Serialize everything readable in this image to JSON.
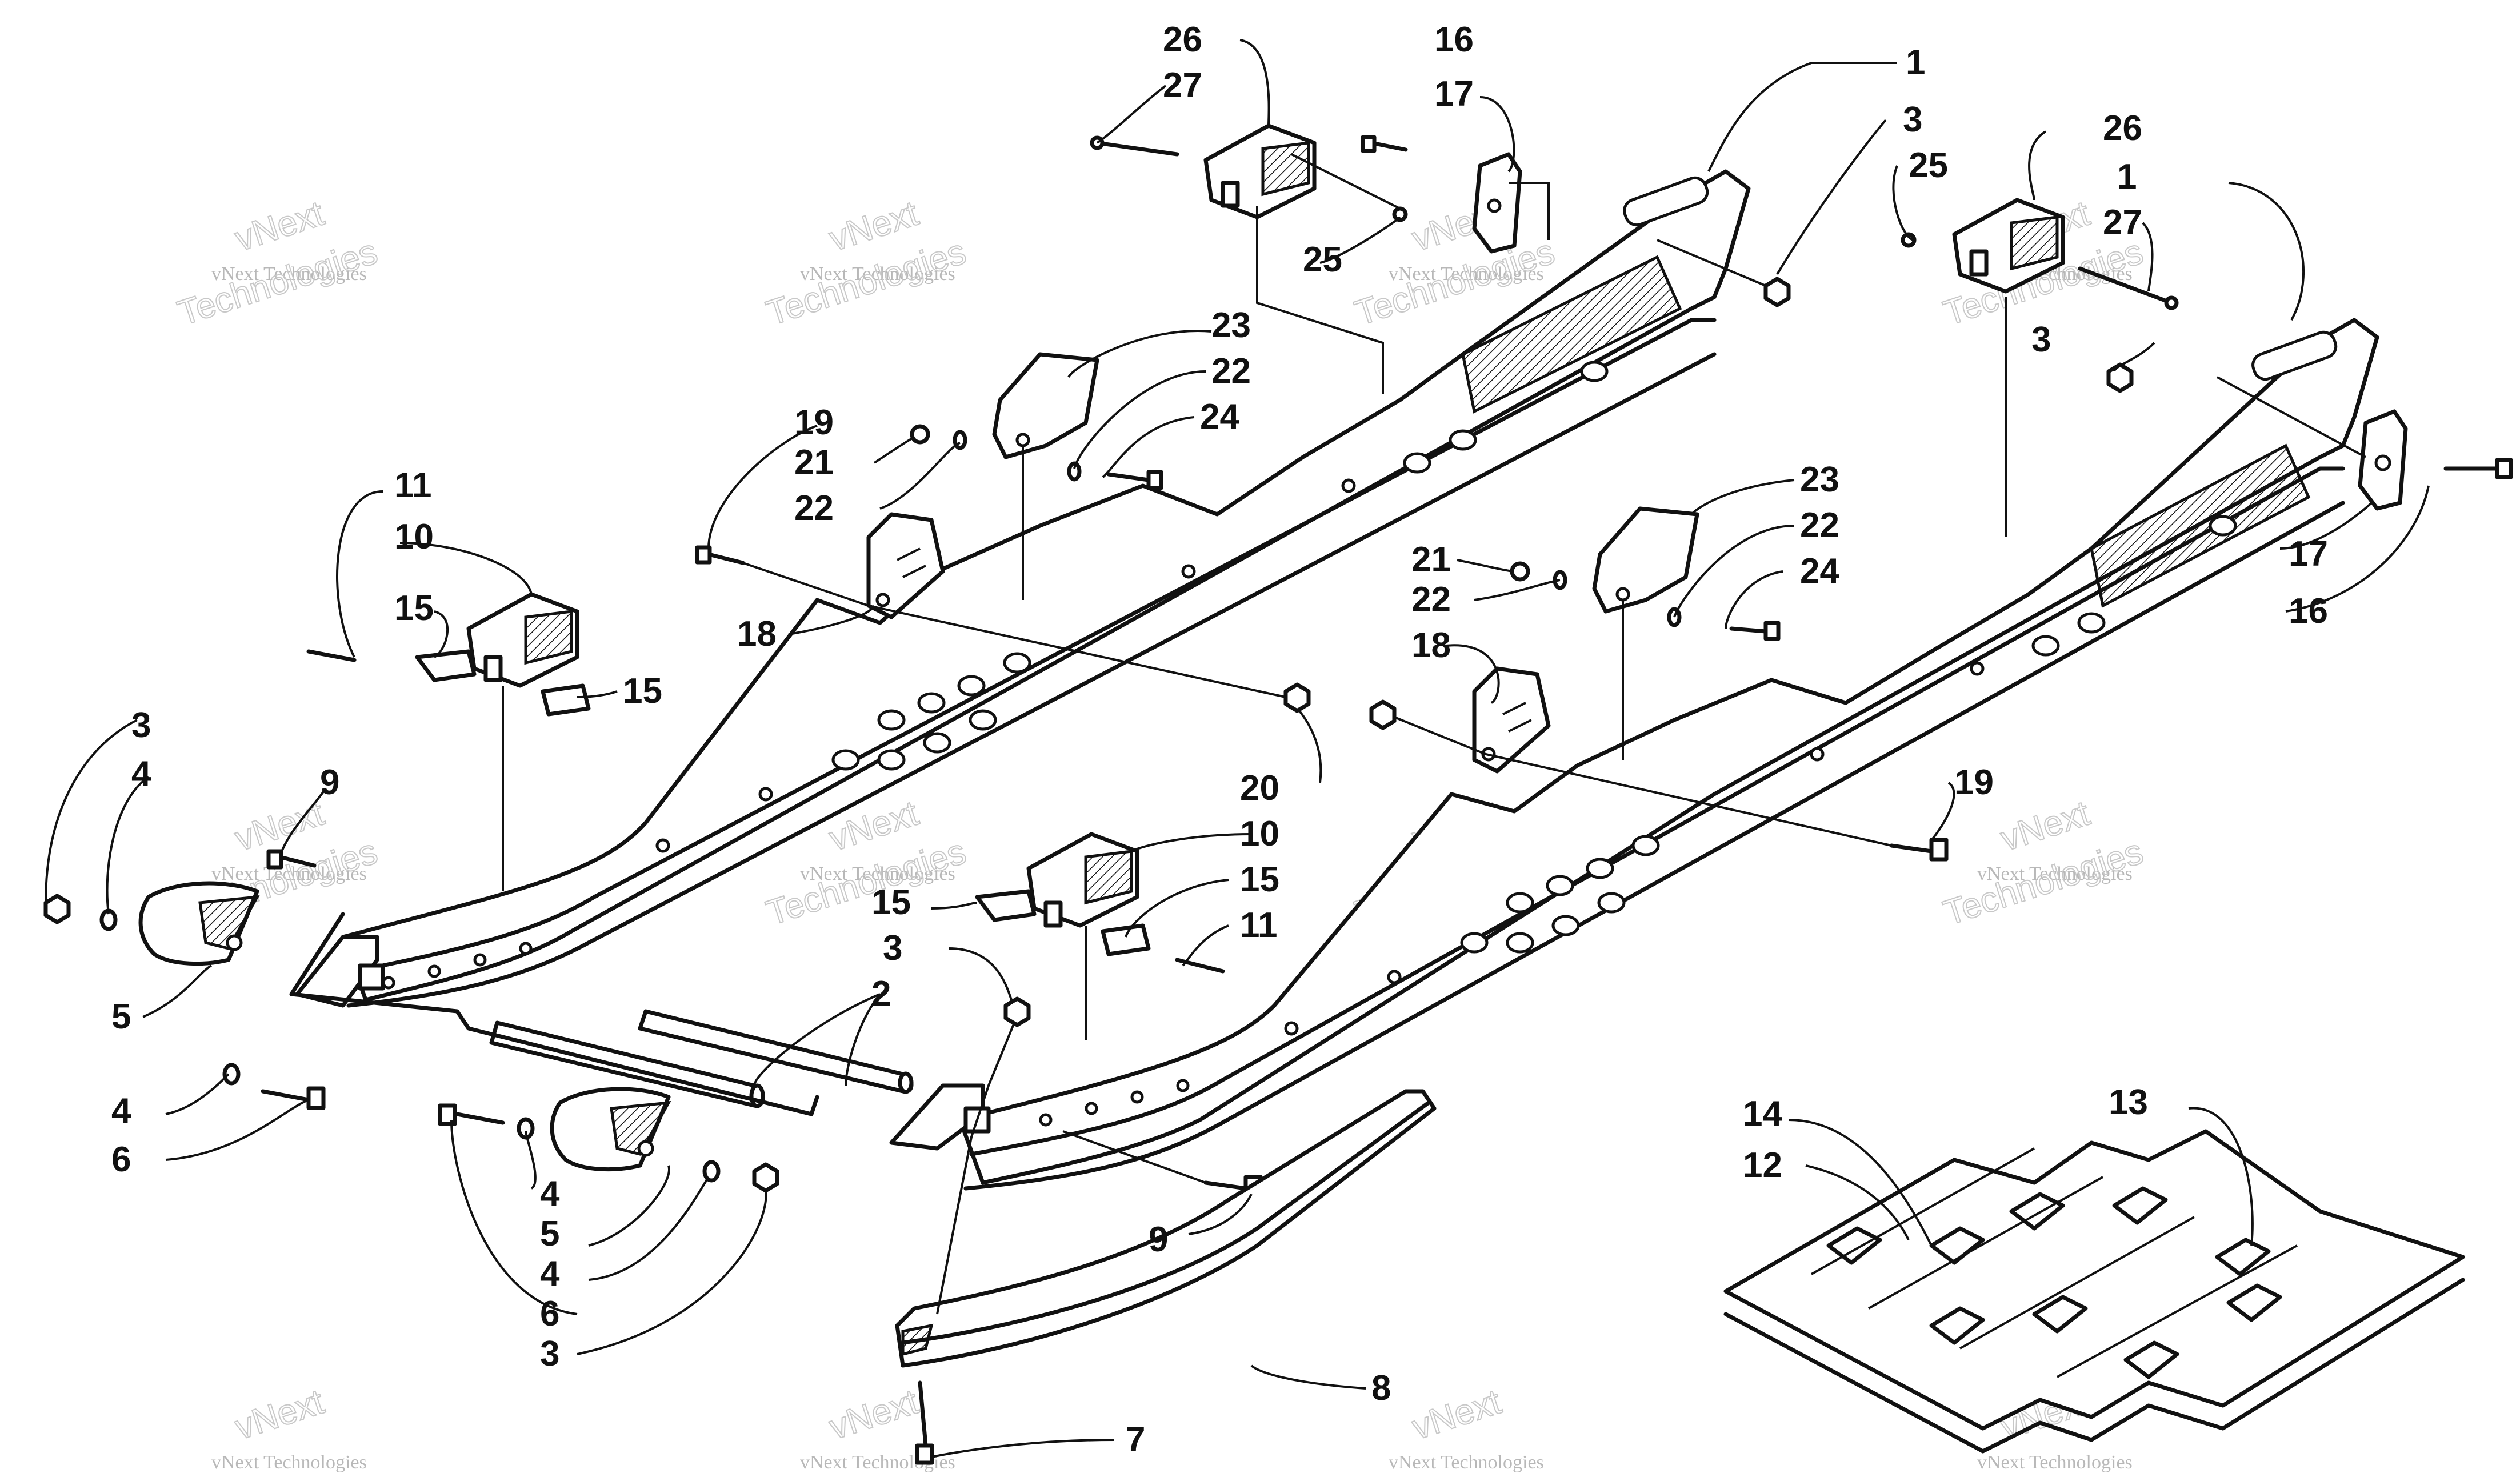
{
  "diagram": {
    "type": "exploded parts diagram",
    "callouts": [
      {
        "id": "c1a",
        "label": "1"
      },
      {
        "id": "c1b",
        "label": "1"
      },
      {
        "id": "c2",
        "label": "2"
      },
      {
        "id": "c3a",
        "label": "3"
      },
      {
        "id": "c3b",
        "label": "3"
      },
      {
        "id": "c3c",
        "label": "3"
      },
      {
        "id": "c3d",
        "label": "3"
      },
      {
        "id": "c3e",
        "label": "3"
      },
      {
        "id": "c4a",
        "label": "4"
      },
      {
        "id": "c4b",
        "label": "4"
      },
      {
        "id": "c4c",
        "label": "4"
      },
      {
        "id": "c4d",
        "label": "4"
      },
      {
        "id": "c5a",
        "label": "5"
      },
      {
        "id": "c5b",
        "label": "5"
      },
      {
        "id": "c6a",
        "label": "6"
      },
      {
        "id": "c6b",
        "label": "6"
      },
      {
        "id": "c7",
        "label": "7"
      },
      {
        "id": "c8",
        "label": "8"
      },
      {
        "id": "c9a",
        "label": "9"
      },
      {
        "id": "c9b",
        "label": "9"
      },
      {
        "id": "c10a",
        "label": "10"
      },
      {
        "id": "c10b",
        "label": "10"
      },
      {
        "id": "c11a",
        "label": "11"
      },
      {
        "id": "c11b",
        "label": "11"
      },
      {
        "id": "c12",
        "label": "12"
      },
      {
        "id": "c13",
        "label": "13"
      },
      {
        "id": "c14",
        "label": "14"
      },
      {
        "id": "c15a",
        "label": "15"
      },
      {
        "id": "c15b",
        "label": "15"
      },
      {
        "id": "c15c",
        "label": "15"
      },
      {
        "id": "c15d",
        "label": "15"
      },
      {
        "id": "c16a",
        "label": "16"
      },
      {
        "id": "c16b",
        "label": "16"
      },
      {
        "id": "c17a",
        "label": "17"
      },
      {
        "id": "c17b",
        "label": "17"
      },
      {
        "id": "c18a",
        "label": "18"
      },
      {
        "id": "c18b",
        "label": "18"
      },
      {
        "id": "c19a",
        "label": "19"
      },
      {
        "id": "c19b",
        "label": "19"
      },
      {
        "id": "c20",
        "label": "20"
      },
      {
        "id": "c21a",
        "label": "21"
      },
      {
        "id": "c21b",
        "label": "21"
      },
      {
        "id": "c22a",
        "label": "22"
      },
      {
        "id": "c22b",
        "label": "22"
      },
      {
        "id": "c22c",
        "label": "22"
      },
      {
        "id": "c22d",
        "label": "22"
      },
      {
        "id": "c23a",
        "label": "23"
      },
      {
        "id": "c23b",
        "label": "23"
      },
      {
        "id": "c24a",
        "label": "24"
      },
      {
        "id": "c24b",
        "label": "24"
      },
      {
        "id": "c25a",
        "label": "25"
      },
      {
        "id": "c25b",
        "label": "25"
      },
      {
        "id": "c26a",
        "label": "26"
      },
      {
        "id": "c26b",
        "label": "26"
      },
      {
        "id": "c27a",
        "label": "27"
      },
      {
        "id": "c27b",
        "label": "27"
      }
    ]
  },
  "watermark": {
    "text": "vNext Technologies",
    "big_text": "vNext",
    "big_text_2": "Technologies"
  },
  "colors": {
    "line": "#111111",
    "background": "#ffffff",
    "watermark": "#b8b8b8"
  }
}
